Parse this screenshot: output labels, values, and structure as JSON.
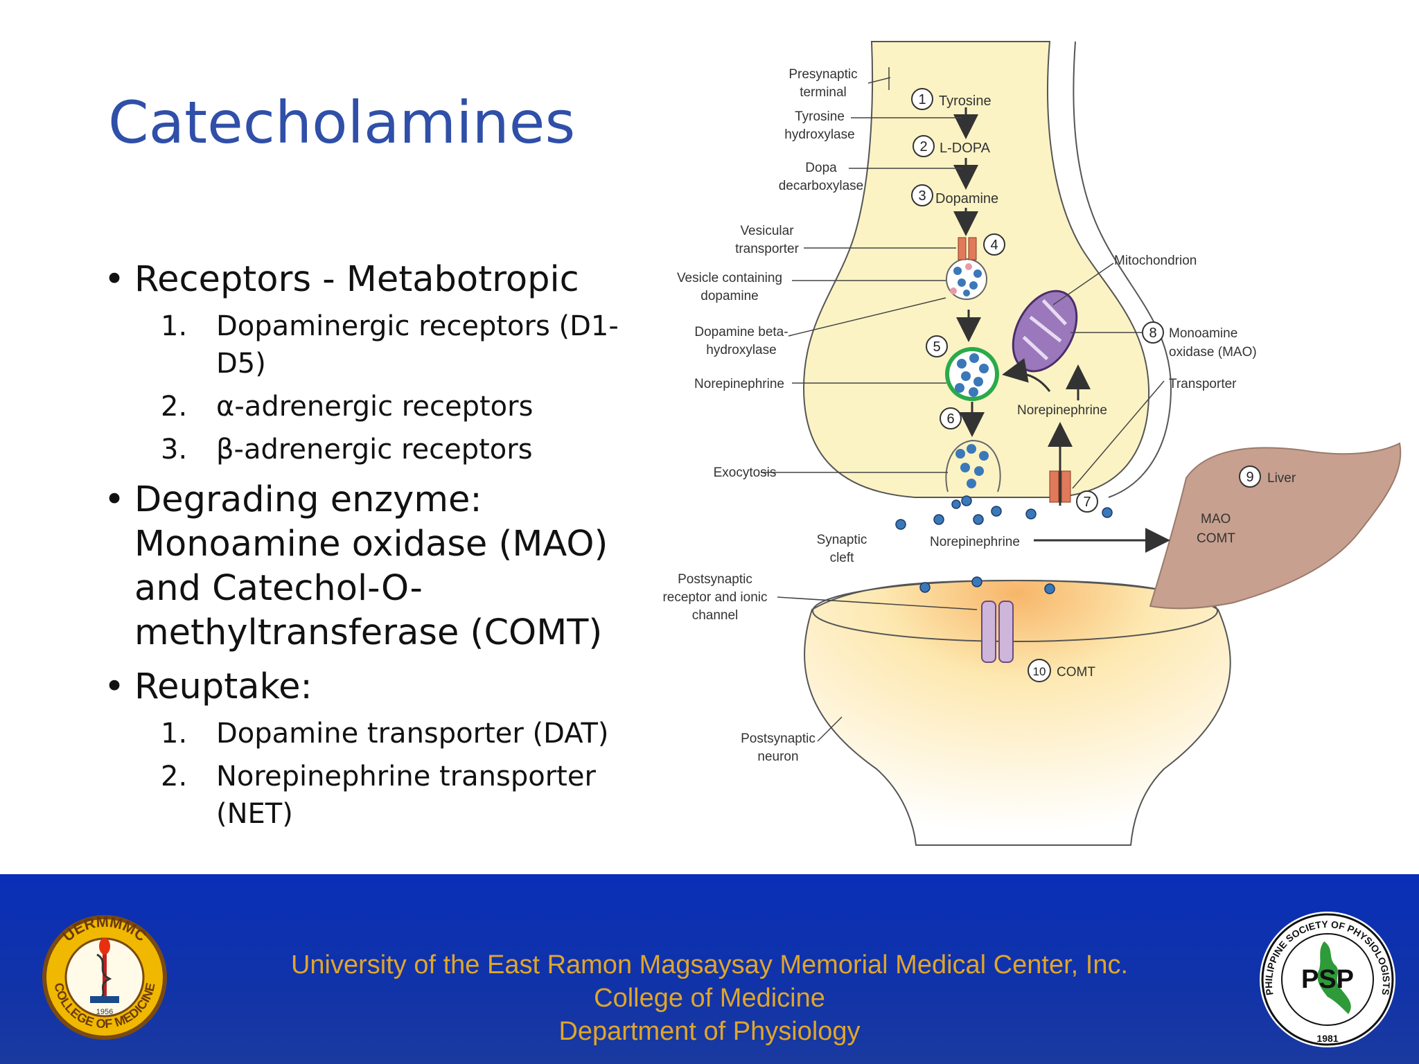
{
  "slide": {
    "title": "Catecholamines",
    "bullets": [
      {
        "text": "Receptors - Metabotropic",
        "items": [
          {
            "num": "1.",
            "text": "Dopaminergic receptors (D1-",
            "text2": "D5)"
          },
          {
            "num": "2.",
            "text": "α-adrenergic receptors"
          },
          {
            "num": "3.",
            "text": "β-adrenergic receptors"
          }
        ]
      },
      {
        "lines": [
          "Degrading enzyme:",
          "Monoamine oxidase (MAO)",
          "and Catechol-O-",
          "methyltransferase (COMT)"
        ]
      },
      {
        "text": "Reuptake:",
        "items": [
          {
            "num": "1.",
            "text": "Dopamine transporter (DAT)"
          },
          {
            "num": "2.",
            "text": "Norepinephrine transporter",
            "text2": "(NET)"
          }
        ]
      }
    ]
  },
  "diagram": {
    "labels": {
      "presynaptic": [
        "Presynaptic",
        "terminal"
      ],
      "tyrosine_hydroxylase": [
        "Tyrosine",
        "hydroxylase"
      ],
      "dopa_decarboxylase": [
        "Dopa",
        "decarboxylase"
      ],
      "vesicular_transporter": [
        "Vesicular",
        "transporter"
      ],
      "vesicle_dopamine": [
        "Vesicle containing",
        "dopamine"
      ],
      "dopamine_beta": [
        "Dopamine beta-",
        "hydroxylase"
      ],
      "norepinephrine_left": "Norepinephrine",
      "exocytosis": "Exocytosis",
      "synaptic_cleft": [
        "Synaptic",
        "cleft"
      ],
      "postsynaptic_receptor": [
        "Postsynaptic",
        "receptor and ionic",
        "channel"
      ],
      "postsynaptic_neuron": [
        "Postsynaptic",
        "neuron"
      ],
      "mitochondrion": "Mitochondrion",
      "mao": [
        "Monoamine",
        "oxidase (MAO)"
      ],
      "transporter": "Transporter",
      "norepinephrine_inner": "Norepinephrine",
      "norepinephrine_cleft": "Norepinephrine",
      "liver": "Liver",
      "liver_enzymes": [
        "MAO",
        "COMT"
      ],
      "comt": "COMT"
    },
    "steps": {
      "s1": "Tyrosine",
      "s2": "L-DOPA",
      "s3": "Dopamine"
    },
    "numbers": [
      "1",
      "2",
      "3",
      "4",
      "5",
      "6",
      "7",
      "8",
      "9",
      "10"
    ]
  },
  "footer": {
    "line1": "University of the East Ramon Magsaysay Memorial Medical Center, Inc.",
    "line2": "College of Medicine",
    "line3": "Department of Physiology",
    "logo_left": {
      "top_text": "UERMMMC",
      "bottom_text": "COLLEGE OF MEDICINE",
      "year": "1956"
    },
    "logo_right": {
      "ring_text": "PHILIPPINE SOCIETY OF PHYSIOLOGISTS",
      "center": "PSP",
      "year": "1981"
    }
  },
  "colors": {
    "title": "#2f4fa8",
    "footer_bg": "#0a2fb8",
    "footer_text": "#e0a62a",
    "cell": "#fbf3c4",
    "liver": "#c7a08f",
    "vesicle_border": "#2aaa4a"
  }
}
